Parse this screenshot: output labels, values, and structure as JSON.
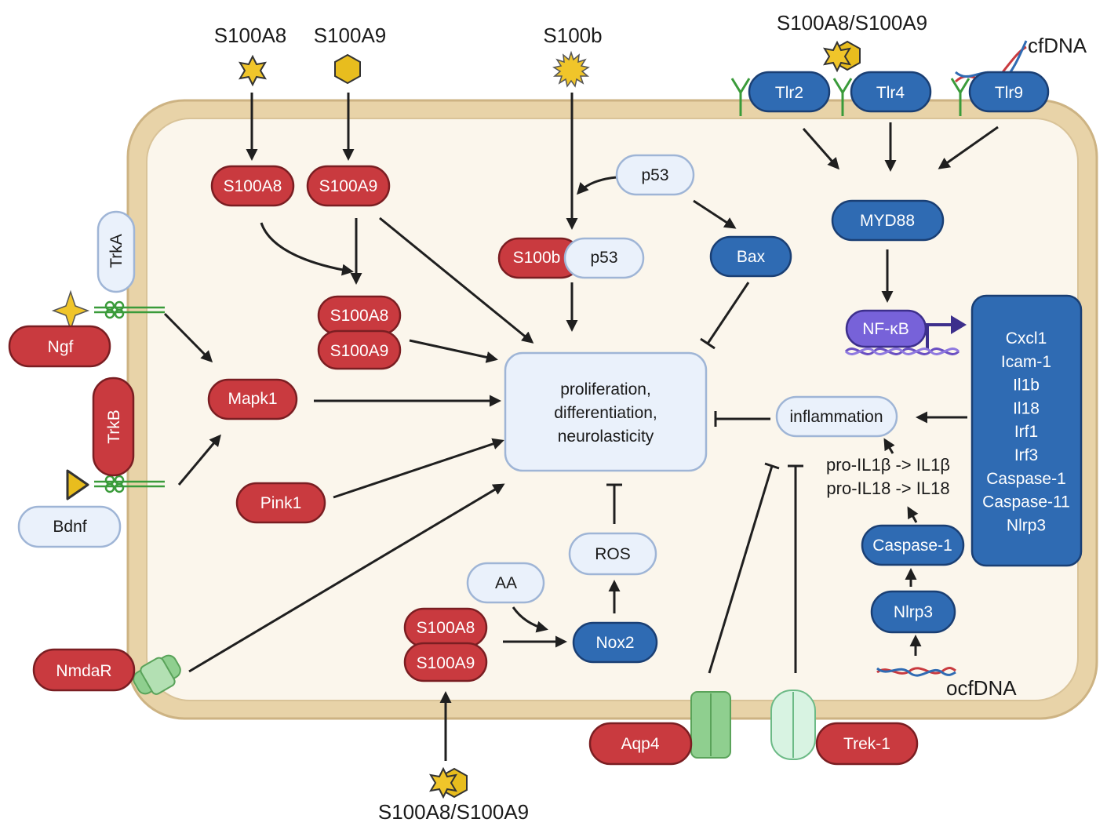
{
  "external": {
    "s100a8": "S100A8",
    "s100a9": "S100A9",
    "s100b": "S100b",
    "s100a8a9_top": "S100A8/S100A9",
    "cfdna": "cfDNA",
    "s100a8a9_bottom": "S100A8/S100A9",
    "ocfdna": "ocfDNA"
  },
  "receptors": {
    "tlr2": "Tlr2",
    "tlr4": "Tlr4",
    "tlr9": "Tlr9",
    "trka": "TrkA",
    "trkb": "TrkB",
    "ngf": "Ngf",
    "bdnf": "Bdnf",
    "nmdar": "NmdaR",
    "aqp4": "Aqp4",
    "trek1": "Trek-1"
  },
  "nodes": {
    "s100a8": "S100A8",
    "s100a9": "S100A9",
    "complex_a8": "S100A8",
    "complex_a9": "S100A9",
    "complex2_a8": "S100A8",
    "complex2_a9": "S100A9",
    "p53_top": "p53",
    "s100b": "S100b",
    "p53_bound": "p53",
    "bax": "Bax",
    "myd88": "MYD88",
    "nfkb": "NF-κB",
    "mapk1": "Mapk1",
    "pink1": "Pink1",
    "ros": "ROS",
    "aa": "AA",
    "nox2": "Nox2",
    "inflammation": "inflammation",
    "caspase1": "Caspase-1",
    "nlrp3": "Nlrp3"
  },
  "central": {
    "line1": "proliferation,",
    "line2": "differentiation,",
    "line3": "neurolasticity"
  },
  "cleavage": {
    "line1": "pro-IL1β -> IL1β",
    "line2": "pro-IL18 -> IL18"
  },
  "gene_targets": [
    "Cxcl1",
    "Icam-1",
    "Il1b",
    "Il18",
    "Irf1",
    "Irf3",
    "Caspase-1",
    "Caspase-11",
    "Nlrp3"
  ],
  "colors": {
    "red_node": "#c93a3f",
    "blue_node": "#2f6bb3",
    "light_node": "#eaf1fb",
    "purple_node": "#7762d9",
    "cell_fill": "#fbf6ec",
    "membrane": "#e8d3a8",
    "ligand_yellow": "#f0c52a"
  }
}
